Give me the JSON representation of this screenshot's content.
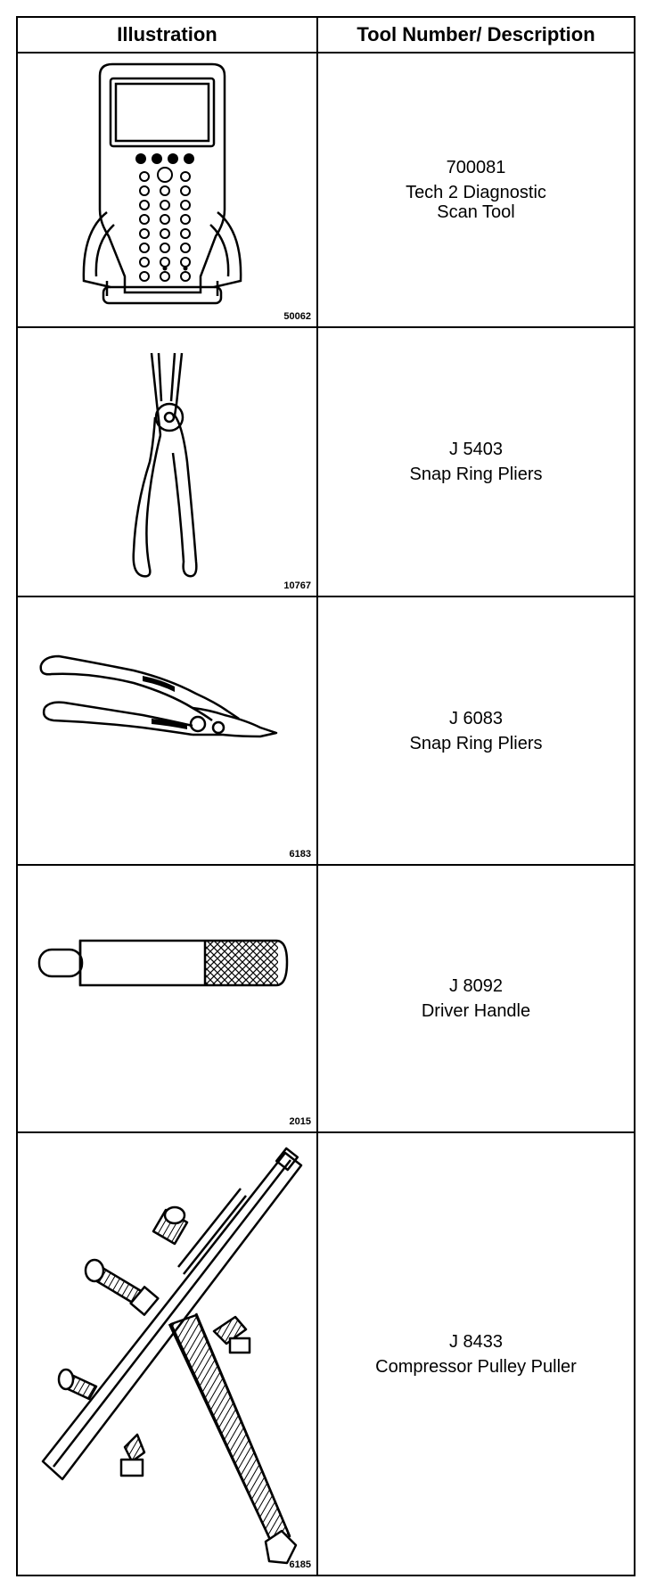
{
  "header": {
    "illustration": "Illustration",
    "tool_desc": "Tool Number/ Description"
  },
  "rows": [
    {
      "code": "50062",
      "tool_number": "700081",
      "desc_line1": "Tech 2 Diagnostic",
      "desc_line2": "Scan Tool",
      "icon": "scan-tool-icon"
    },
    {
      "code": "10767",
      "tool_number": "J 5403",
      "desc_line1": "Snap Ring Pliers",
      "desc_line2": "",
      "icon": "snap-ring-pliers-icon"
    },
    {
      "code": "6183",
      "tool_number": "J 6083",
      "desc_line1": "Snap Ring Pliers",
      "desc_line2": "",
      "icon": "snap-ring-pliers-icon"
    },
    {
      "code": "2015",
      "tool_number": "J 8092",
      "desc_line1": "Driver Handle",
      "desc_line2": "",
      "icon": "driver-handle-icon"
    },
    {
      "code": "6185",
      "tool_number": "J 8433",
      "desc_line1": "Compressor Pulley Puller",
      "desc_line2": "",
      "icon": "pulley-puller-icon"
    }
  ]
}
